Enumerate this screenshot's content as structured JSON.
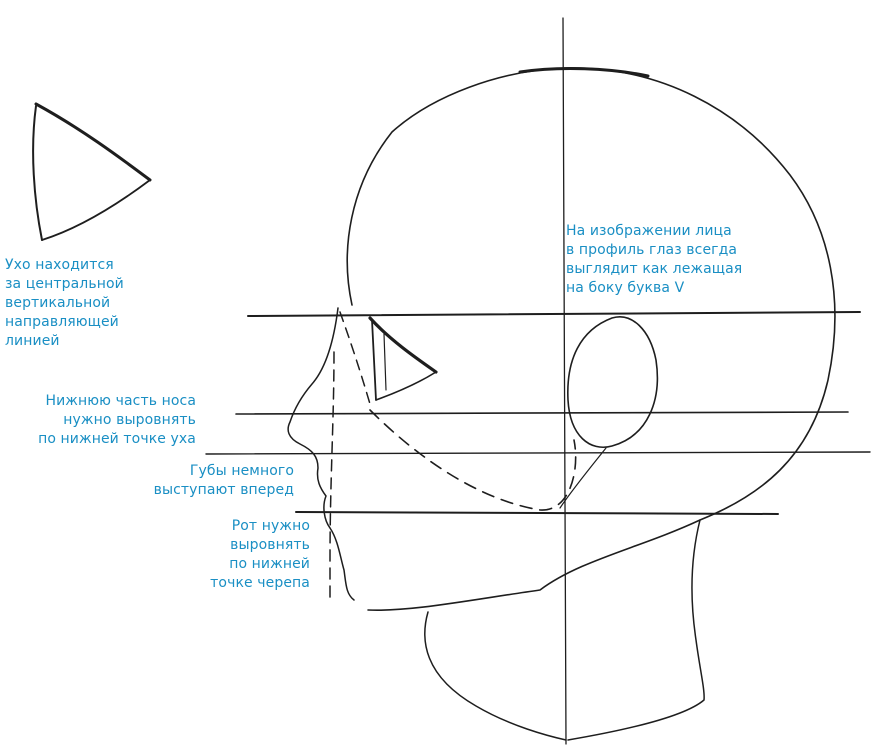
{
  "annotations": {
    "ear": {
      "lines": [
        "Ухо находится",
        "за центральной",
        "вертикальной",
        "направляющей",
        "линией"
      ]
    },
    "eye": {
      "lines": [
        "На изображении лица",
        "в профиль глаз всегда",
        "выглядит как лежащая",
        "на боку буква V"
      ]
    },
    "nose": {
      "lines": [
        "Нижнюю часть носа",
        "нужно выровнять",
        "по нижней точке уха"
      ]
    },
    "lips": {
      "lines": [
        "Губы немного",
        "выступают вперед"
      ]
    },
    "mouth": {
      "lines": [
        "Рот нужно",
        "выровнять",
        "по нижней",
        "точке черепа"
      ]
    }
  },
  "colors": {
    "annotation_text": "#1a8fc4",
    "pencil": "#1e1e1e"
  }
}
